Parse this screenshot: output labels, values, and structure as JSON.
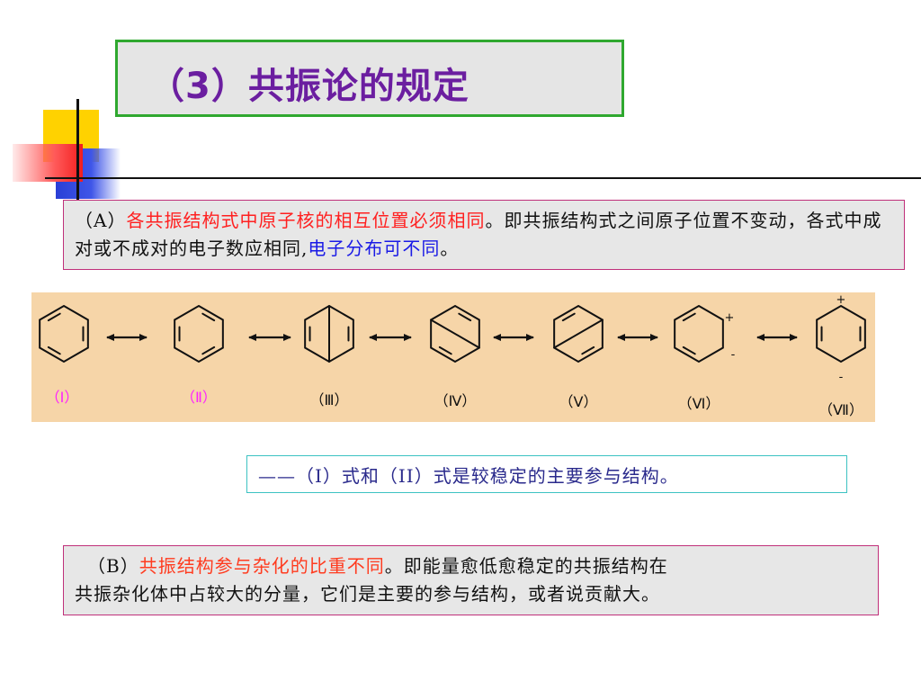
{
  "title": "（3）共振论的规定",
  "rule_a": {
    "prefix": "（A）",
    "highlight": "各共振结构式中原子核的相互位置必须相同",
    "middle": "。即共振结构式之间原子位置不变动，各式中成对或不成对的电子数应相同,",
    "highlight2": "电子分布可不同",
    "suffix": "。"
  },
  "structures": [
    {
      "label": "（Ⅰ）",
      "label_color": "#ff22ff"
    },
    {
      "label": "（Ⅱ）",
      "label_color": "#ff22ff"
    },
    {
      "label": "（Ⅲ）",
      "label_color": "#111111"
    },
    {
      "label": "（Ⅳ）",
      "label_color": "#111111"
    },
    {
      "label": "（Ⅴ）",
      "label_color": "#111111"
    },
    {
      "label": "（Ⅵ）",
      "label_color": "#111111"
    },
    {
      "label": "（Ⅶ）",
      "label_color": "#111111"
    }
  ],
  "charges": {
    "vi_plus": "+",
    "vi_minus": "-",
    "vii_plus": "+",
    "vii_minus": "-"
  },
  "note": "——（I）式和（II）式是较稳定的主要参与结构。",
  "rule_b": {
    "prefix": "（B）",
    "highlight": "共振结构参与杂化的比重不同",
    "line1_rest": "。即能量愈低愈稳定的共振结构在",
    "line2": "共振杂化体中占较大的分量，它们是主要的参与结构，或者说贡献大。"
  },
  "colors": {
    "title": "#6b1ea0",
    "frame_green": "#2fa82f",
    "box_border": "#c0307a",
    "highlight_red": "#ff2020",
    "highlight_blue": "#1a1ae6",
    "panel_bg": "#f6d5a8",
    "note_text": "#2a2a8c",
    "note_border": "#3cc2c2"
  }
}
